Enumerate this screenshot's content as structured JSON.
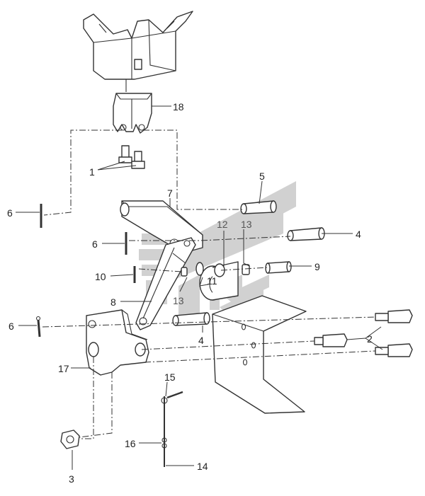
{
  "callouts": {
    "c1": "1",
    "c2": "2",
    "c3": "3",
    "c4a": "4",
    "c4b": "4",
    "c5": "5",
    "c6a": "6",
    "c6b": "6",
    "c6c": "6",
    "c7": "7",
    "c8": "8",
    "c9": "9",
    "c10": "10",
    "c11": "11",
    "c12": "12",
    "c13a": "13",
    "c13b": "13",
    "c14": "14",
    "c15": "15",
    "c16": "16",
    "c17": "17",
    "c18": "18"
  },
  "colors": {
    "line": "#333333",
    "watermark": "#c8c8c8",
    "background": "#ffffff"
  }
}
